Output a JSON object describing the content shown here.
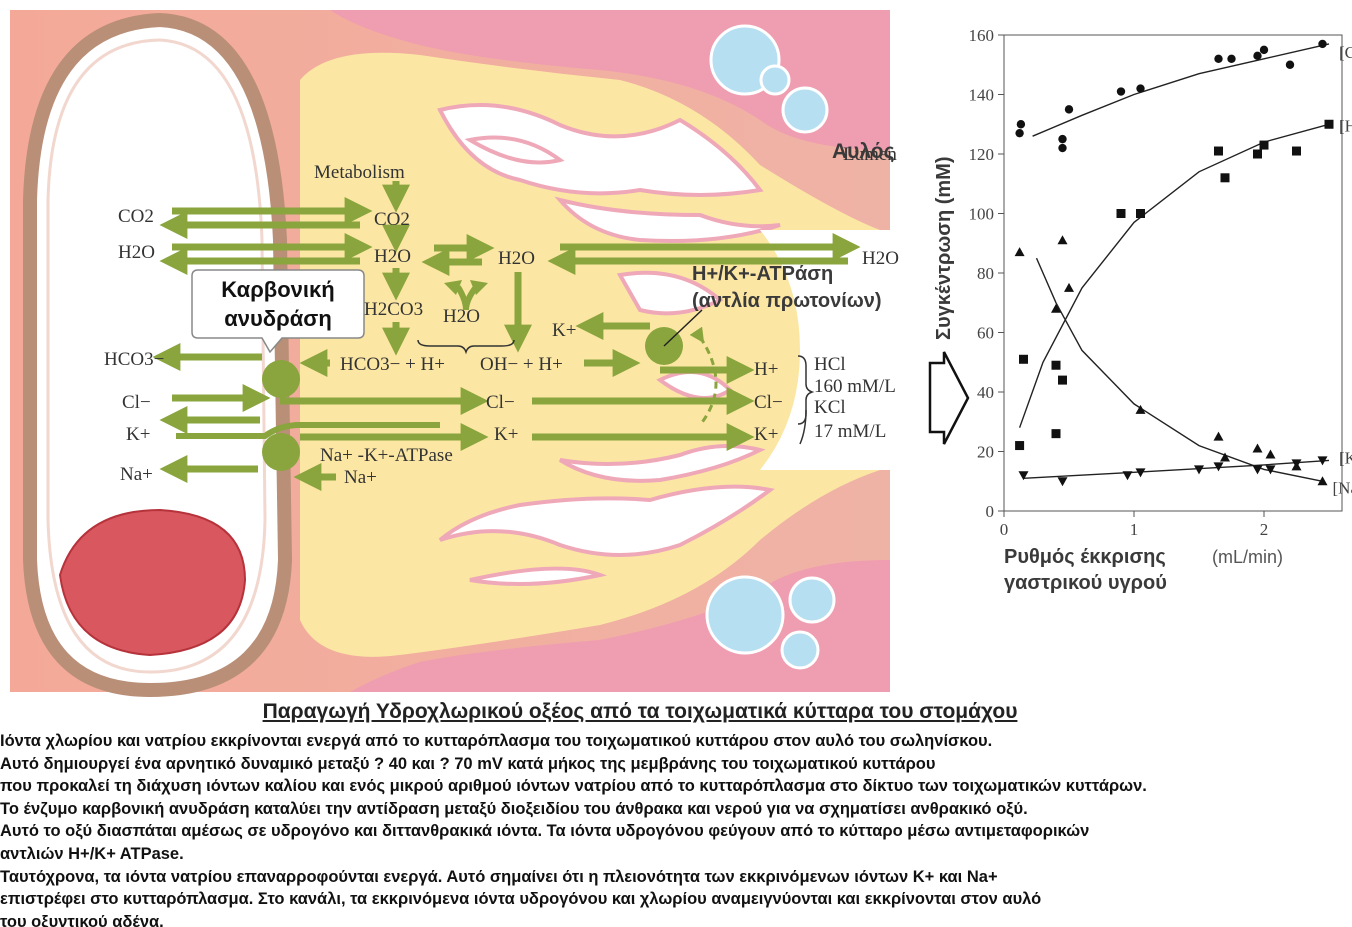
{
  "diagram": {
    "labels": {
      "metabolism": "Metabolism",
      "lumen": "Lumen",
      "lumen_greek": "Αυλός",
      "carbonic_anhydrase": [
        "Καρβονική",
        "ανυδράση"
      ],
      "proton_pump": [
        "H+/K+-ATPάση",
        "(αντλία πρωτονίων)"
      ],
      "na_k_atpase": "Na+ -K+-ATPase",
      "hcl": "HCl",
      "hcl_conc": "160 mM/L",
      "kcl": "KCl",
      "kcl_conc": "17 mM/L"
    },
    "blood_side": {
      "co2": "CO2",
      "h2o": "H2O",
      "hco3": "HCO3−",
      "cl": "Cl−",
      "k": "K+",
      "na": "Na+"
    },
    "cell": {
      "co2": "CO2",
      "h2o": "H2O",
      "h2o_mid": "H2O",
      "h2co3": "H2CO3",
      "h2o_small": "H2O",
      "hco3_h": "HCO3− + H+",
      "oh_h": "OH− + H+",
      "k_pump": "K+",
      "cl": "Cl−",
      "k": "K+",
      "na": "Na+"
    },
    "lumen_side": {
      "h2o": "H2O",
      "h": "H+",
      "cl": "Cl−",
      "k": "K+"
    }
  },
  "chart_data": {
    "type": "scatter",
    "xlabel": "Ρυθμός έκκρισης",
    "xlabel_line2": "γαστρικού υγρού",
    "xunit": "(mL/min)",
    "ylabel": "Συγκέντρωση (mM)",
    "xlim": [
      0,
      2.6
    ],
    "ylim": [
      0,
      160
    ],
    "xticks": [
      0,
      1,
      2
    ],
    "yticks": [
      0,
      20,
      40,
      60,
      80,
      100,
      120,
      140,
      160
    ],
    "series": [
      {
        "name": "[Cl−]",
        "marker": "circle",
        "points": [
          [
            0.12,
            127
          ],
          [
            0.13,
            130
          ],
          [
            0.45,
            125
          ],
          [
            0.45,
            122
          ],
          [
            0.5,
            135
          ],
          [
            0.9,
            141
          ],
          [
            1.05,
            142
          ],
          [
            1.65,
            152
          ],
          [
            1.75,
            152
          ],
          [
            1.95,
            153
          ],
          [
            2.0,
            155
          ],
          [
            2.2,
            150
          ],
          [
            2.45,
            157
          ]
        ],
        "fit": [
          [
            0.22,
            126
          ],
          [
            0.6,
            133
          ],
          [
            1.0,
            140
          ],
          [
            1.5,
            147
          ],
          [
            2.0,
            152
          ],
          [
            2.5,
            157
          ]
        ]
      },
      {
        "name": "[H+]",
        "marker": "square",
        "points": [
          [
            0.12,
            22
          ],
          [
            0.15,
            51
          ],
          [
            0.4,
            49
          ],
          [
            0.45,
            44
          ],
          [
            0.4,
            26
          ],
          [
            0.9,
            100
          ],
          [
            1.05,
            100
          ],
          [
            1.65,
            121
          ],
          [
            1.7,
            112
          ],
          [
            1.95,
            120
          ],
          [
            2.0,
            123
          ],
          [
            2.25,
            121
          ],
          [
            2.5,
            130
          ]
        ],
        "fit": [
          [
            0.12,
            28
          ],
          [
            0.3,
            50
          ],
          [
            0.6,
            75
          ],
          [
            1.0,
            97
          ],
          [
            1.5,
            114
          ],
          [
            2.0,
            124
          ],
          [
            2.5,
            130
          ]
        ]
      },
      {
        "name": "[K+]",
        "marker": "triangle-down",
        "points": [
          [
            0.15,
            12
          ],
          [
            0.45,
            10
          ],
          [
            0.95,
            12
          ],
          [
            1.05,
            13
          ],
          [
            1.5,
            14
          ],
          [
            1.65,
            15
          ],
          [
            1.95,
            14
          ],
          [
            2.05,
            14
          ],
          [
            2.25,
            16
          ],
          [
            2.45,
            17
          ]
        ],
        "fit": [
          [
            0.15,
            11
          ],
          [
            1.0,
            13
          ],
          [
            2.0,
            15.5
          ],
          [
            2.5,
            17
          ]
        ]
      },
      {
        "name": "[Na+]",
        "marker": "triangle-up",
        "points": [
          [
            0.12,
            87
          ],
          [
            0.4,
            68
          ],
          [
            0.45,
            91
          ],
          [
            0.5,
            75
          ],
          [
            1.05,
            34
          ],
          [
            1.65,
            25
          ],
          [
            1.7,
            18
          ],
          [
            1.95,
            21
          ],
          [
            2.05,
            19
          ],
          [
            2.25,
            15
          ],
          [
            2.45,
            10
          ]
        ],
        "fit": [
          [
            0.25,
            85
          ],
          [
            0.4,
            70
          ],
          [
            0.6,
            54
          ],
          [
            1.0,
            36
          ],
          [
            1.5,
            22
          ],
          [
            2.0,
            14
          ],
          [
            2.45,
            10
          ]
        ]
      }
    ]
  },
  "caption": {
    "title": "Παραγωγή Υδροχλωρικού οξέος από τα τοιχωματικά κύτταρα του στομάχου",
    "lines": [
      "Ιόντα χλωρίου και νατρίου εκκρίνονται ενεργά από το κυτταρόπλασμα του τοιχωματικού κυττάρου στον αυλό του σωληνίσκου.",
      "Αυτό δημιουργεί ένα αρνητικό δυναμικό μεταξύ ? 40 και ? 70 mV κατά μήκος της μεμβράνης του τοιχωματικού κυττάρου",
      "που προκαλεί τη διάχυση ιόντων καλίου και ενός μικρού αριθμού ιόντων νατρίου από το κυτταρόπλασμα στο δίκτυο των τοιχωματικών κυττάρων.",
      "Το ένζυμο καρβονική ανυδράση καταλύει την αντίδραση μεταξύ διοξειδίου του άνθρακα και νερού για να σχηματίσει ανθρακικό οξύ.",
      "Αυτό το οξύ διασπάται αμέσως σε υδρογόνο και διττανθρακικά ιόντα. Τα ιόντα υδρογόνου φεύγουν από το κύτταρο μέσω αντιμεταφορικών",
      "αντλιών H+/K+ ATPase.",
      "Ταυτόχρονα, τα ιόντα νατρίου επαναρροφούνται ενεργά. Αυτό σημαίνει ότι η πλειονότητα των εκκρινόμενων ιόντων K+ και Na+",
      "επιστρέφει στο κυτταρόπλασμα. Στο κανάλι, τα εκκρινόμενα ιόντα υδρογόνου και χλωρίου αναμειγνύονται και εκκρίνονται στον αυλό",
      "του οξυντικού αδένα."
    ]
  },
  "colors": {
    "arrow_green": "#8aa53d",
    "cell_yellow": "#fbe7a3",
    "tissue_pink": "#ef9db0",
    "capillary_border": "#b98f78",
    "rbc": "#d9585f",
    "lumen_blue": "#b7dff2"
  }
}
